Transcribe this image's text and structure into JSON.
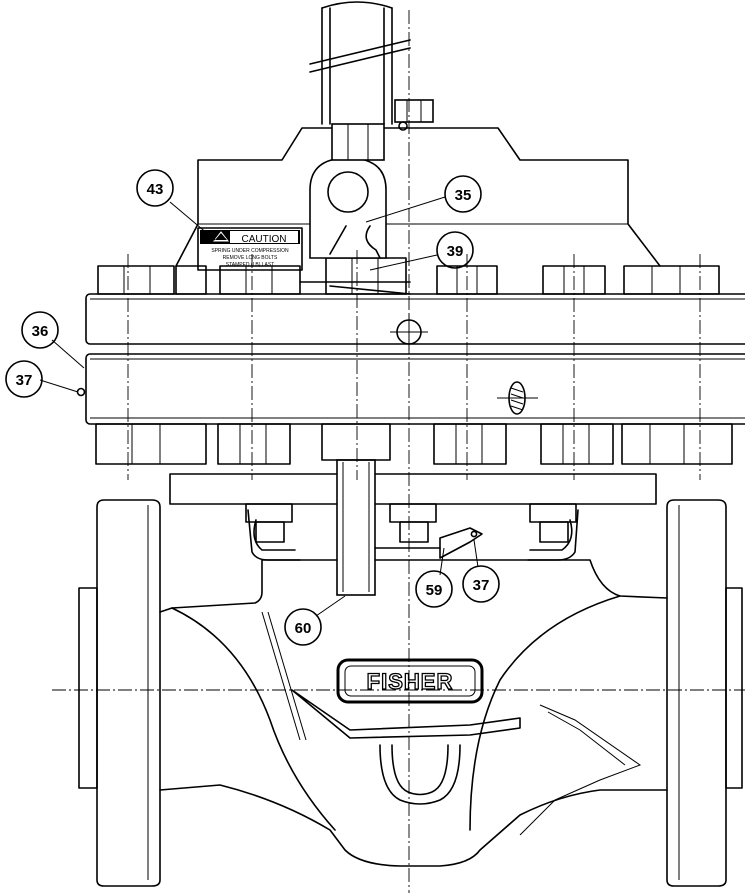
{
  "callouts": [
    {
      "id": "c43",
      "label": "43"
    },
    {
      "id": "c35",
      "label": "35"
    },
    {
      "id": "c39",
      "label": "39"
    },
    {
      "id": "c36",
      "label": "36"
    },
    {
      "id": "c37a",
      "label": "37"
    },
    {
      "id": "c59",
      "label": "59"
    },
    {
      "id": "c37b",
      "label": "37"
    },
    {
      "id": "c60",
      "label": "60"
    }
  ],
  "caution_label": {
    "title": "CAUTION",
    "line1": "SPRING UNDER COMPRESSION",
    "line2": "REMOVE LONG BOLTS",
    "line3": "STAMPED (LB) LAST"
  },
  "brand_plate": {
    "text": "FISHER"
  }
}
